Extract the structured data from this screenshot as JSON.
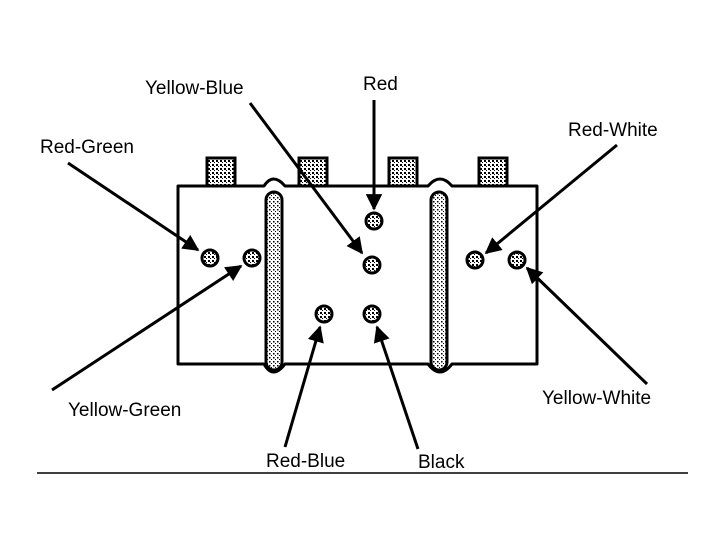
{
  "labels": {
    "yellow_blue": "Yellow-Blue",
    "red": "Red",
    "red_green": "Red-Green",
    "red_white": "Red-White",
    "yellow_green": "Yellow-Green",
    "yellow_white": "Yellow-White",
    "red_blue": "Red-Blue",
    "black": "Black"
  },
  "colors": {
    "ink": "#000000",
    "paper": "#ffffff",
    "stipple": "#9a9a9a"
  }
}
